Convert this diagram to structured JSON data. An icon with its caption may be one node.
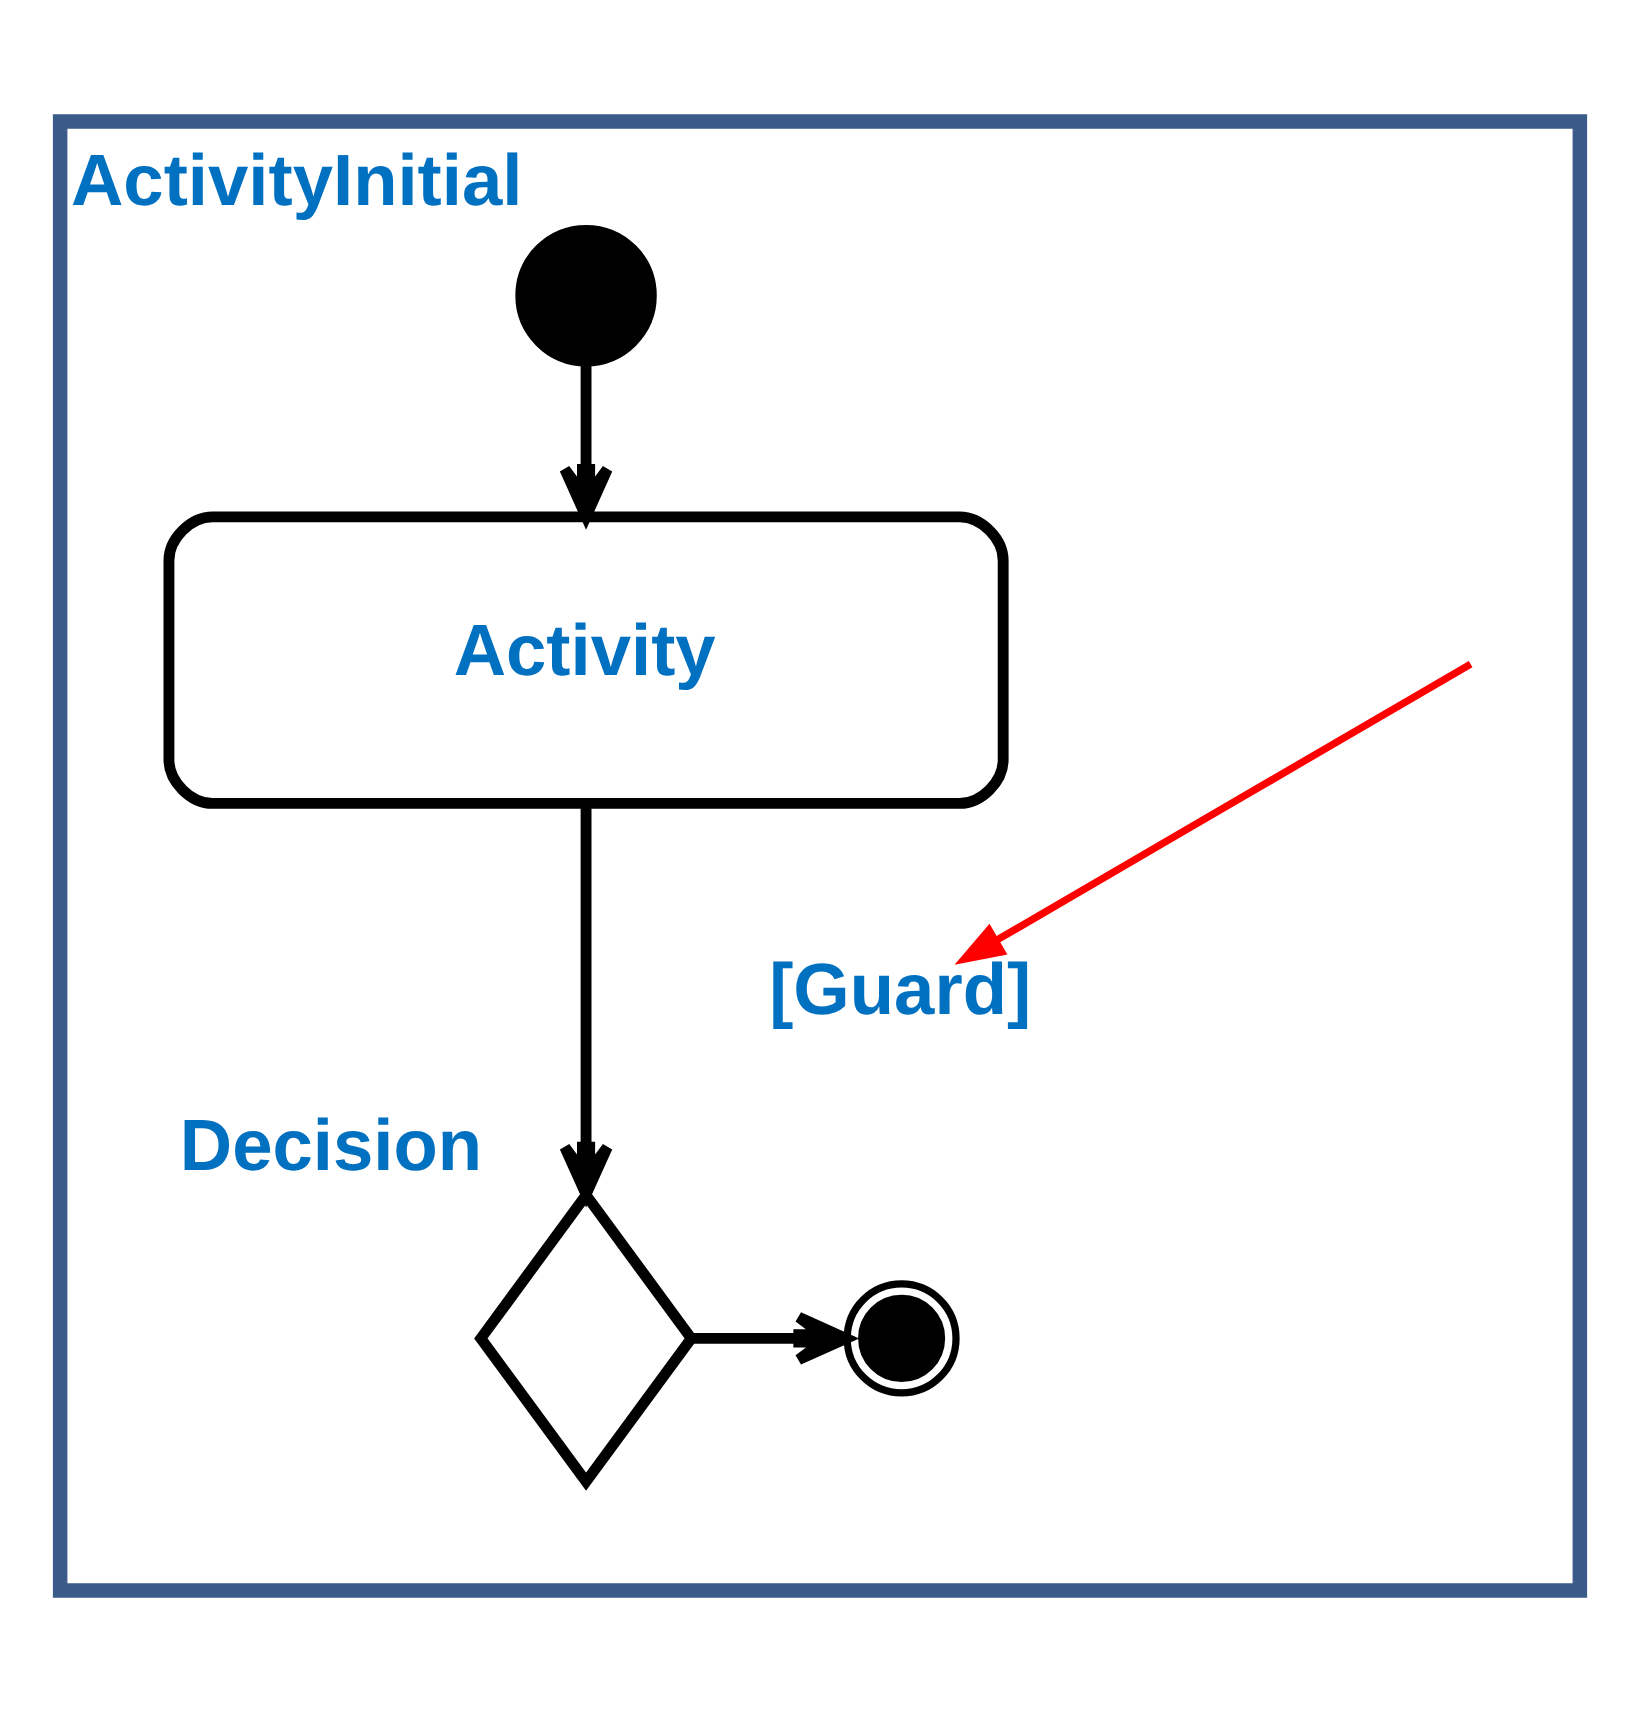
{
  "diagram": {
    "nodes": [
      {
        "text": [],
        "shape": "box"
      },
      {
        "text": [
          "ActivityInitial"
        ],
        "in": 0
      },
      {
        "text": [
          "Activity"
        ],
        "in": 0
      },
      {
        "text": [
          "Decision"
        ],
        "in": 0
      },
      {
        "text": [],
        "shape": "circle",
        "in": 0
      },
      {
        "text": [
          "[Guard]"
        ],
        "in": 0
      }
    ],
    "edges": [
      {
        "from": 1,
        "to": 2,
        "arrow": "to"
      },
      {
        "from": 2,
        "to": 3,
        "arrow": "to"
      },
      {
        "from": 3,
        "to": 4,
        "arrow": "to"
      },
      {
        "from": null,
        "to": 5,
        "arrow": "to",
        "color": "#ff0000"
      }
    ]
  }
}
